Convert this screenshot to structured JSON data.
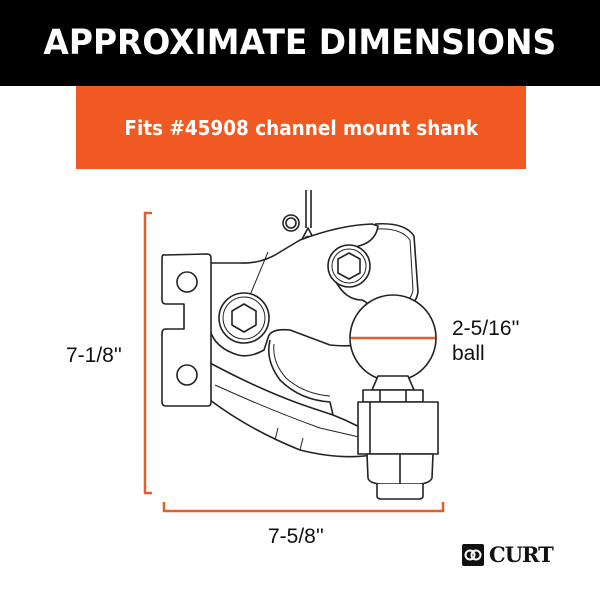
{
  "header": {
    "title": "APPROXIMATE DIMENSIONS"
  },
  "banner": {
    "text": "Fits #45908 channel mount shank"
  },
  "dimensions": {
    "height": "7-1/8''",
    "width": "7-5/8''",
    "ball_size": "2-5/16''",
    "ball_label": "ball"
  },
  "brand": {
    "name": "CURT"
  },
  "colors": {
    "accent": "#f05a22",
    "header_bg": "#000000",
    "dimension_line": "#e0602c"
  }
}
